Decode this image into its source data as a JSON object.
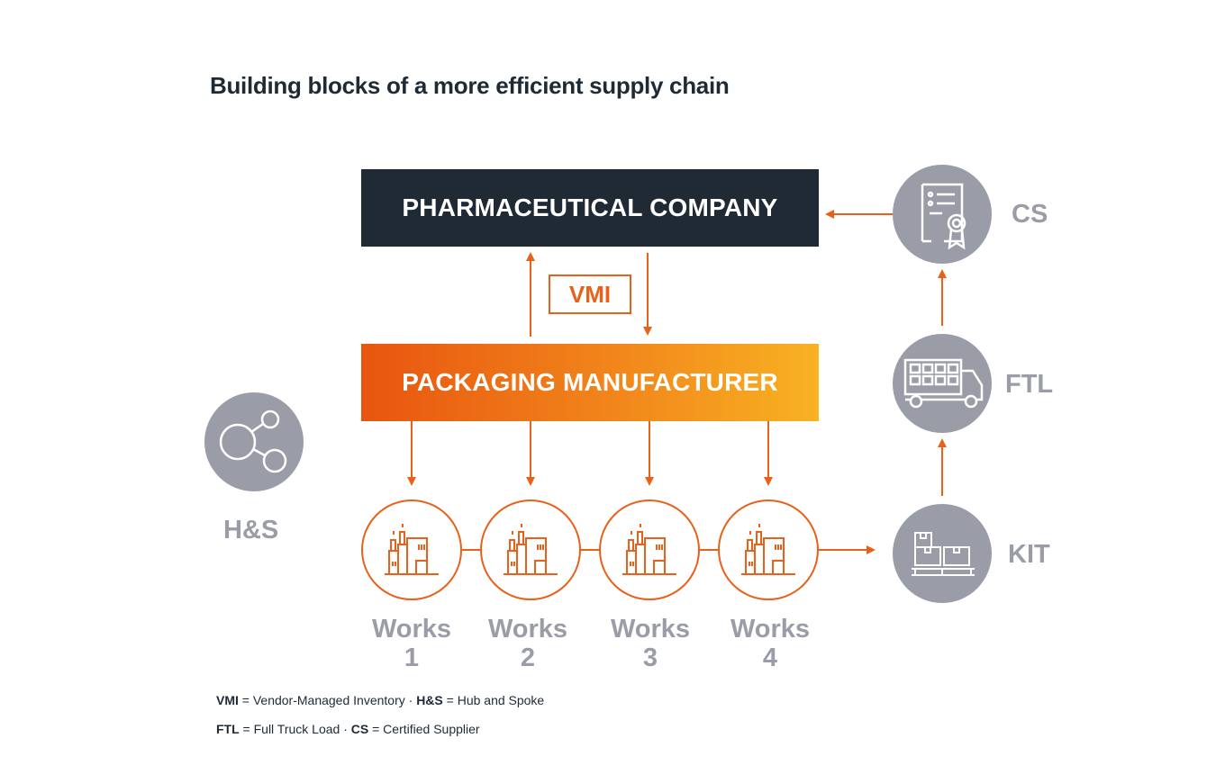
{
  "title": "Building blocks of a more efficient supply chain",
  "pharma_label": "PHARMACEUTICAL COMPANY",
  "packaging_label": "PACKAGING MANUFACTURER",
  "vmi_label": "VMI",
  "works": [
    {
      "name": "Works",
      "num": "1"
    },
    {
      "name": "Works",
      "num": "2"
    },
    {
      "name": "Works",
      "num": "3"
    },
    {
      "name": "Works",
      "num": "4"
    }
  ],
  "hs_label": "H&S",
  "kit_label": "KIT",
  "ftl_label": "FTL",
  "cs_label": "CS",
  "legend": {
    "line1": [
      {
        "abbr": "VMI",
        "text": " = Vendor-Managed Inventory · "
      },
      {
        "abbr": "H&S",
        "text": " = Hub and Spoke"
      }
    ],
    "line2": [
      {
        "abbr": "FTL",
        "text": " = Full Truck Load · "
      },
      {
        "abbr": "CS",
        "text": " = Certified Supplier"
      }
    ]
  },
  "colors": {
    "navy": "#1f2a35",
    "orange": "#e8611a",
    "gray_circle": "#9a9ca8",
    "gray_text": "#9a9ca8"
  },
  "icons": {
    "works": "factory-icon",
    "hs": "hub-spoke-icon",
    "kit": "boxes-on-pallet-icon",
    "ftl": "truck-icon",
    "cs": "certificate-icon"
  }
}
